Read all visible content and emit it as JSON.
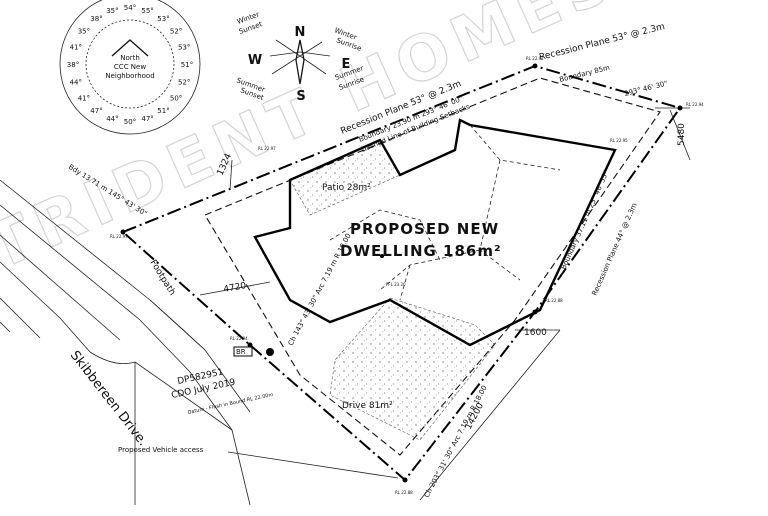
{
  "watermark": "TRIDENT HOMES",
  "sun_dial": {
    "center_lines": [
      "North",
      "CCC New",
      "Neighborhood"
    ],
    "labels": [
      "54°",
      "55°",
      "53°",
      "52°",
      "53°",
      "51°",
      "52°",
      "50°",
      "51°",
      "47°",
      "50°",
      "44°",
      "47°",
      "41°",
      "44°",
      "38°",
      "41°",
      "35°",
      "38°",
      "35°"
    ]
  },
  "compass": {
    "n": "N",
    "s": "S",
    "e": "E",
    "w": "W",
    "winter_sunset": [
      "Winter",
      "Sunset"
    ],
    "winter_sunrise": [
      "Winter",
      "Sunrise"
    ],
    "summer_sunset": [
      "Summer",
      "Sunset"
    ],
    "summer_sunrise": [
      "Summer",
      "Sunrise"
    ]
  },
  "plan": {
    "dwelling_label_1": "PROPOSED NEW",
    "dwelling_label_2": "DWELLING 186m²",
    "patio": "Patio 28m²",
    "drive": "Drive 81m²",
    "recession_top_right": "Recession Plane 53° @ 2.3m",
    "recession_top_left": "Recession Plane 53° @ 2.3m",
    "boundary_top_right": "Boundary 85m",
    "bearing_top_right": "293° 46' 30\"",
    "boundary_top_left": "Boundary 23.90 m  293° 46' 00\"",
    "setback": "Dashed Line of Building Setbacks",
    "boundary_right": "Boundary 37.11 m  23° 46' 55\"",
    "recession_right": "Recession Plane 44° @ 2.3m",
    "dim_top_left": "1324",
    "dim_4720": "4720",
    "dim_1600": "1600",
    "dim_5480": "5480",
    "dim_14200": "14200",
    "bearing_left": "Bdy 13.71 m  145° 43' 30\"",
    "footpath": "Footpath",
    "street": "Skibbereen Drive.",
    "dp": "DP582951",
    "cod": "CDO July 2019",
    "rl_note": "Datum - Flush in Bound RL 22.00m",
    "br": "BR",
    "arc_left": "Ch 143° 43' 30\"  Arc 7.19 m  R 18.00",
    "arc_bottom": "Ch 203° 31' 30\"  Arc 7.19 m  R 18.00",
    "vehicle_access": "Proposed Vehicle access",
    "spot_levels": [
      "RL 22.97",
      "RL 22.91",
      "RL 22.94",
      "RL 22.88",
      "RL 22.88",
      "RL 22.94",
      "RL 22.97",
      "RL 22.95",
      "FFL 23.20"
    ]
  }
}
